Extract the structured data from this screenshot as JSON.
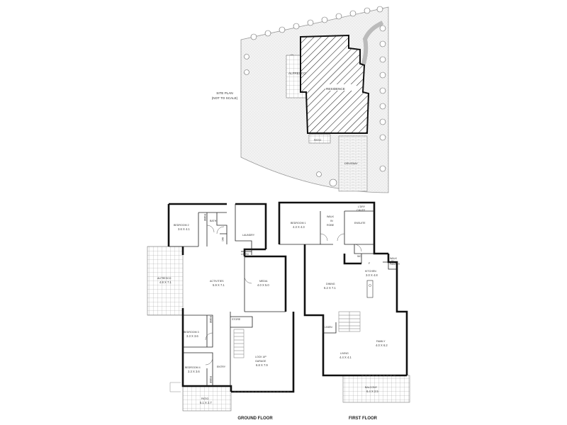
{
  "site_plan": {
    "title": "SITE PLAN",
    "note": "(NOT TO SCALE)",
    "labels": {
      "alfresco": "ALFRESCO",
      "residence": "RESIDENCE",
      "patio": "PATIO",
      "driveway": "DRIVEWAY"
    }
  },
  "ground_floor": {
    "caption": "GROUND FLOOR",
    "rooms": {
      "bedroom2": {
        "name": "BEDROOM 2",
        "dim": "3.6 X 4.1"
      },
      "bath": {
        "name": "BATH"
      },
      "robe_a": {
        "name": "ROBE"
      },
      "laundry": {
        "name": "LAUNDRY"
      },
      "wc": {
        "name": "WC"
      },
      "linen": {
        "name": "LINEN"
      },
      "alfresco": {
        "name": "ALFRESCO",
        "dim": "4.8 X 7.1"
      },
      "activities": {
        "name": "ACTIVITIES",
        "dim": "5.9 X 7.1"
      },
      "media": {
        "name": "MEDIA",
        "dim": "4.0 X 5.0"
      },
      "bedroom3": {
        "name": "BEDROOM 3",
        "dim": "3.3 X 3.6"
      },
      "robe_b": {
        "name": "ROBE"
      },
      "store": {
        "name": "STORE"
      },
      "garage": {
        "name": "LOCK UP",
        "name2": "GARAGE",
        "dim": "6.8 X 7.9"
      },
      "bedroom4": {
        "name": "BEDROOM 4",
        "dim": "3.3 X 3.6"
      },
      "entry": {
        "name": "ENTRY"
      },
      "robe_c": {
        "name": "ROBE"
      },
      "patio": {
        "name": "PATIO",
        "dim": "5.1 X 2.7"
      }
    }
  },
  "first_floor": {
    "caption": "FIRST FLOOR",
    "rooms": {
      "bedroom1": {
        "name": "BEDROOM 1",
        "dim": "4.3 X 4.3"
      },
      "walk_in_robe": {
        "l1": "WALK",
        "l2": "IN",
        "l3": "ROBE"
      },
      "ldry_chute": {
        "l1": "L'DRY",
        "l2": "CHUTE"
      },
      "ensuite": {
        "name": "ENSUITE"
      },
      "wc": {
        "name": "WC"
      },
      "fridge": {
        "name": "F"
      },
      "walk_in_pantry": {
        "l1": "WALK",
        "l2": "IN",
        "l3": "PANTRY"
      },
      "kitchen": {
        "name": "KITCHEN",
        "dim": "3.0 X 4.8"
      },
      "dining": {
        "name": "DINING",
        "dim": "6.2 X 7.1"
      },
      "linen": {
        "name": "LINEN"
      },
      "family": {
        "name": "FAMILY",
        "dim": "4.0 X 6.2"
      },
      "living": {
        "name": "LIVING",
        "dim": "4.4 X 4.1"
      },
      "balcony": {
        "name": "BALCONY",
        "dim": "6.4 X 2.5"
      }
    }
  }
}
